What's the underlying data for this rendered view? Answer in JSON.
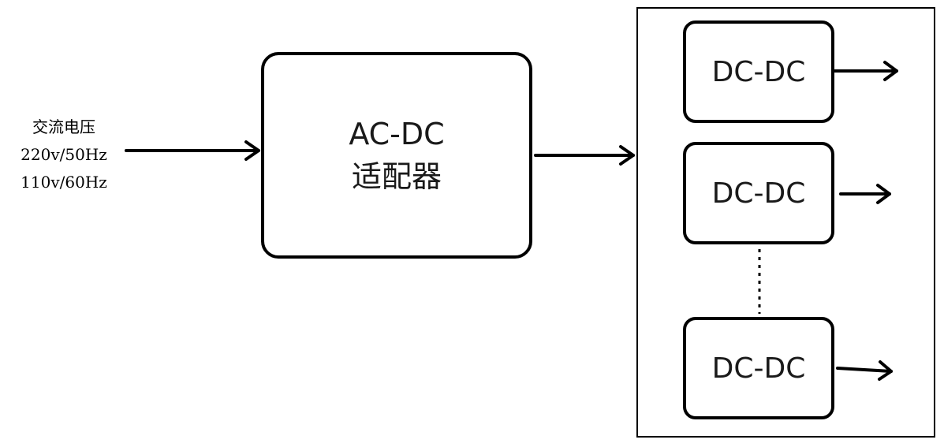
{
  "input": {
    "line1": "交流电压",
    "line2": "220v/50Hz",
    "line3": "110v/60Hz"
  },
  "adapter": {
    "line1": "AC-DC",
    "line2": "适配器"
  },
  "converters": [
    {
      "label": "DC-DC"
    },
    {
      "label": "DC-DC"
    },
    {
      "label": "DC-DC"
    }
  ]
}
